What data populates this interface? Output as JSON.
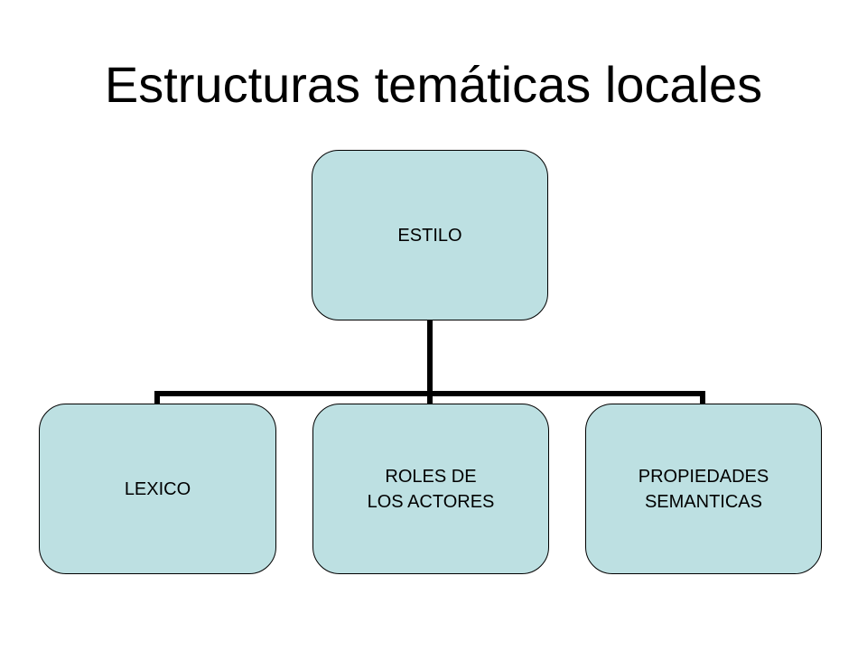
{
  "slide": {
    "title": "Estructuras temáticas locales"
  },
  "diagram": {
    "root": {
      "label": "ESTILO"
    },
    "children": [
      {
        "label": "LEXICO"
      },
      {
        "label": "ROLES DE\nLOS ACTORES"
      },
      {
        "label": "PROPIEDADES\nSEMANTICAS"
      }
    ]
  },
  "colors": {
    "node_fill": "#bde0e2",
    "node_border": "#000000",
    "connector": "#000000"
  }
}
